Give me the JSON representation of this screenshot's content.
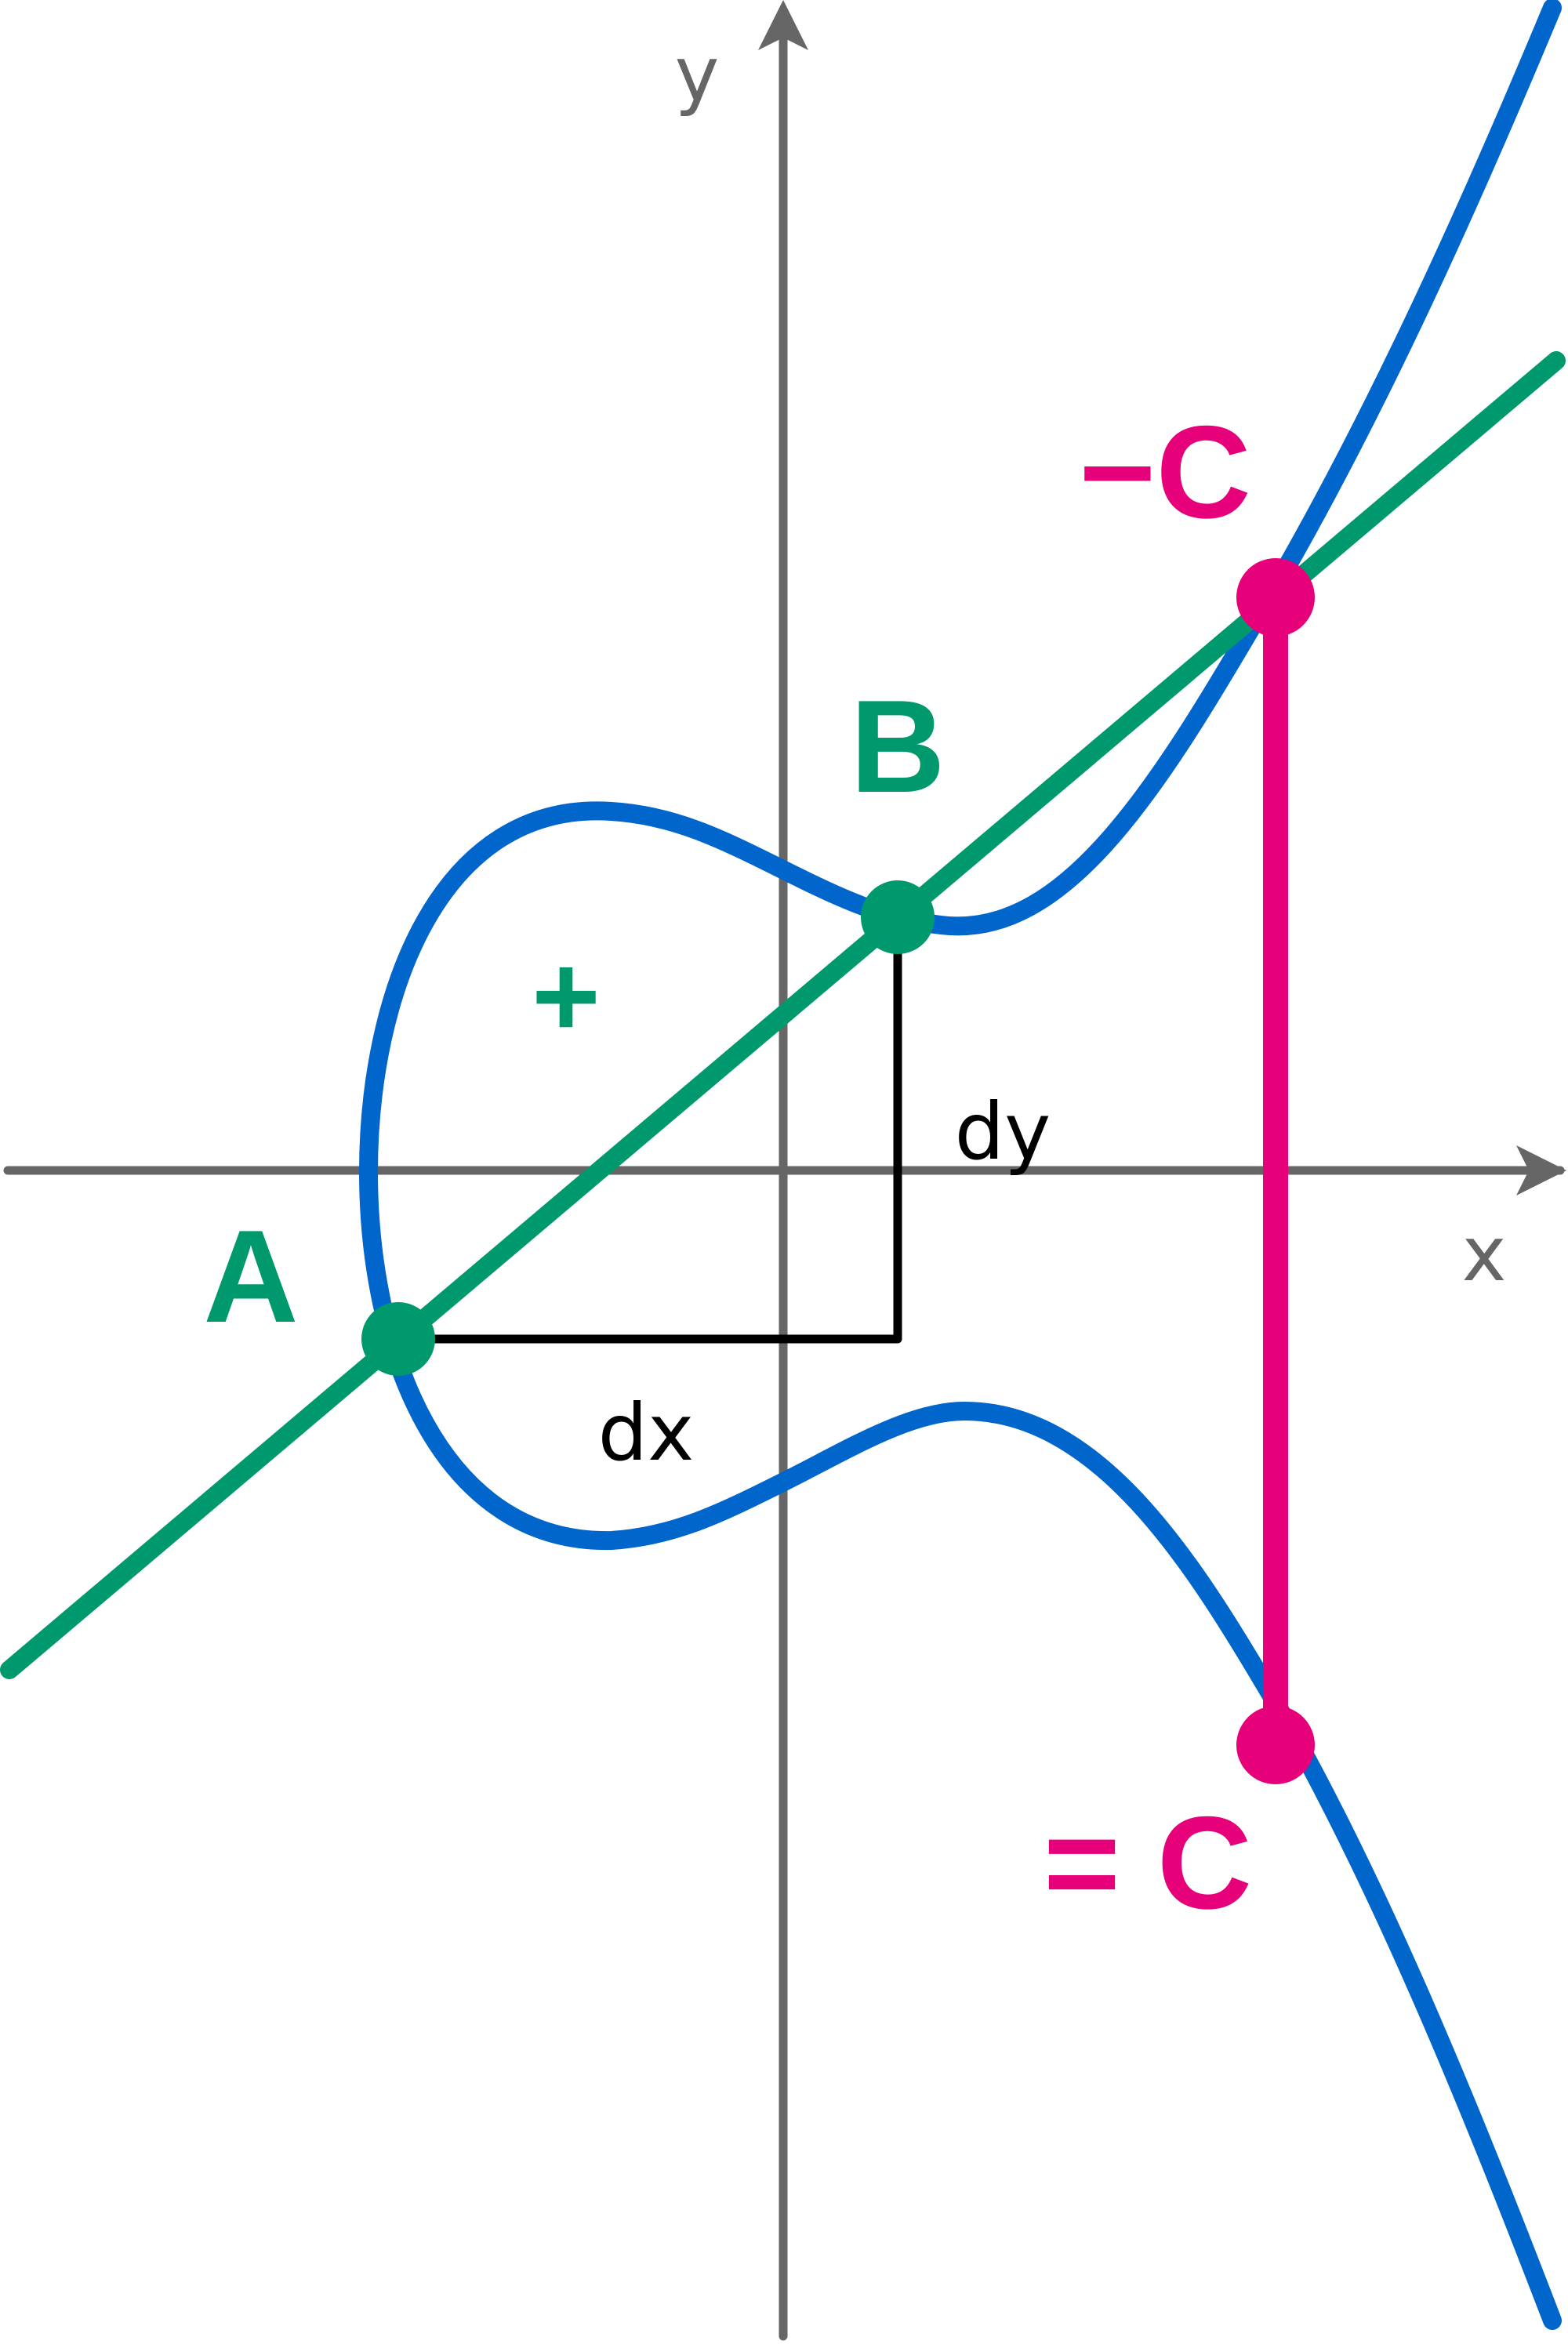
{
  "colors": {
    "axis": "#666666",
    "curve": "#0066cc",
    "secant": "#00996e",
    "result": "#e6007a",
    "triangle": "#000000"
  },
  "axes": {
    "x_label": "x",
    "y_label": "y"
  },
  "labels": {
    "point_a": "A",
    "point_b": "B",
    "plus_sign": "+",
    "neg_c": "−C",
    "eq_c": "= C",
    "dx": "dx",
    "dy": "dy"
  }
}
